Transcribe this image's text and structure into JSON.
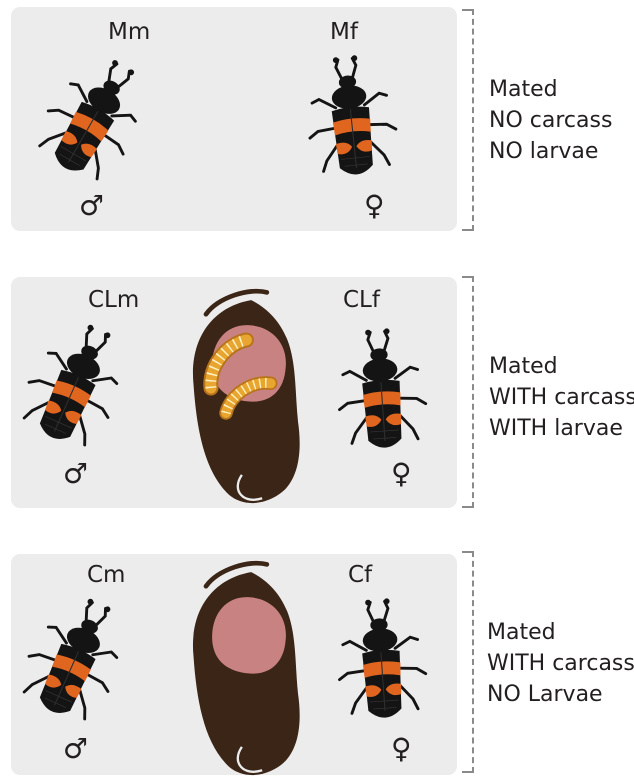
{
  "groups": [
    {
      "male_label": "Mm",
      "female_label": "Mf",
      "male_symbol": "♂",
      "female_symbol": "♀",
      "condition": [
        "Mated",
        "NO carcass",
        "NO larvae"
      ],
      "carcass": false,
      "larvae": false
    },
    {
      "male_label": "CLm",
      "female_label": "CLf",
      "male_symbol": "♂",
      "female_symbol": "♀",
      "condition": [
        "Mated",
        "WITH carcass",
        "WITH larvae"
      ],
      "carcass": true,
      "larvae": true
    },
    {
      "male_label": "Cm",
      "female_label": "Cf",
      "male_symbol": "♂",
      "female_symbol": "♀",
      "condition": [
        "Mated",
        "WITH carcass",
        "NO Larvae"
      ],
      "carcass": true,
      "larvae": false
    }
  ],
  "colors": {
    "panel_bg": "#ececec",
    "beetle_body": "#141414",
    "beetle_band": "#e0651f",
    "carcass_shell": "#3a2516",
    "carcass_flesh": "#c98282",
    "larva": "#e8a530",
    "bracket": "#8a8a8a"
  },
  "icons": [
    "beetle-icon",
    "male-symbol-icon",
    "female-symbol-icon",
    "carcass-icon",
    "larva-icon"
  ]
}
